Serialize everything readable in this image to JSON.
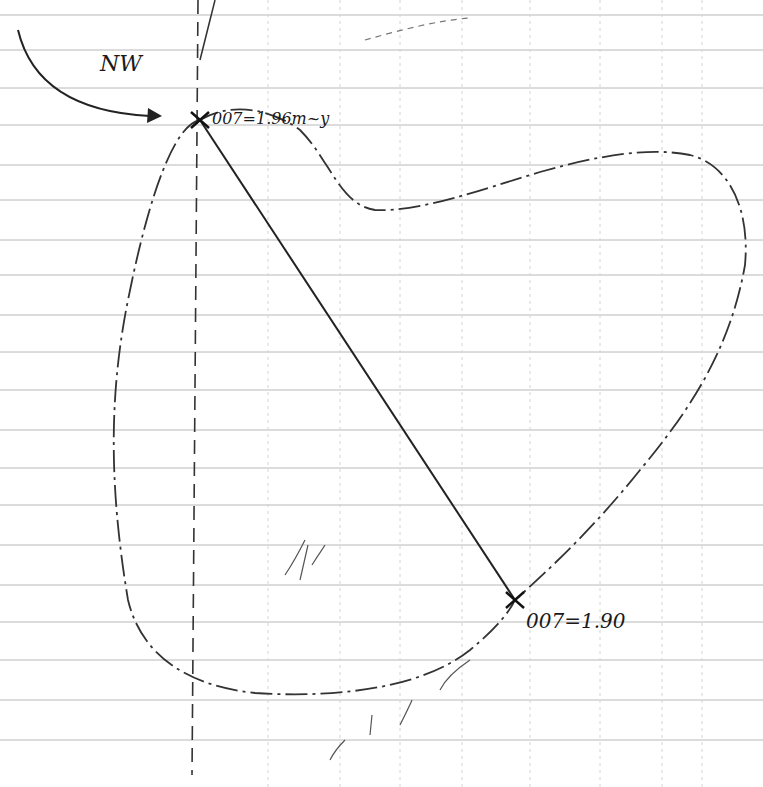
{
  "diagram": {
    "labels": [
      "NW",
      "007=1.96m~y",
      "007=1.90"
    ]
  }
}
